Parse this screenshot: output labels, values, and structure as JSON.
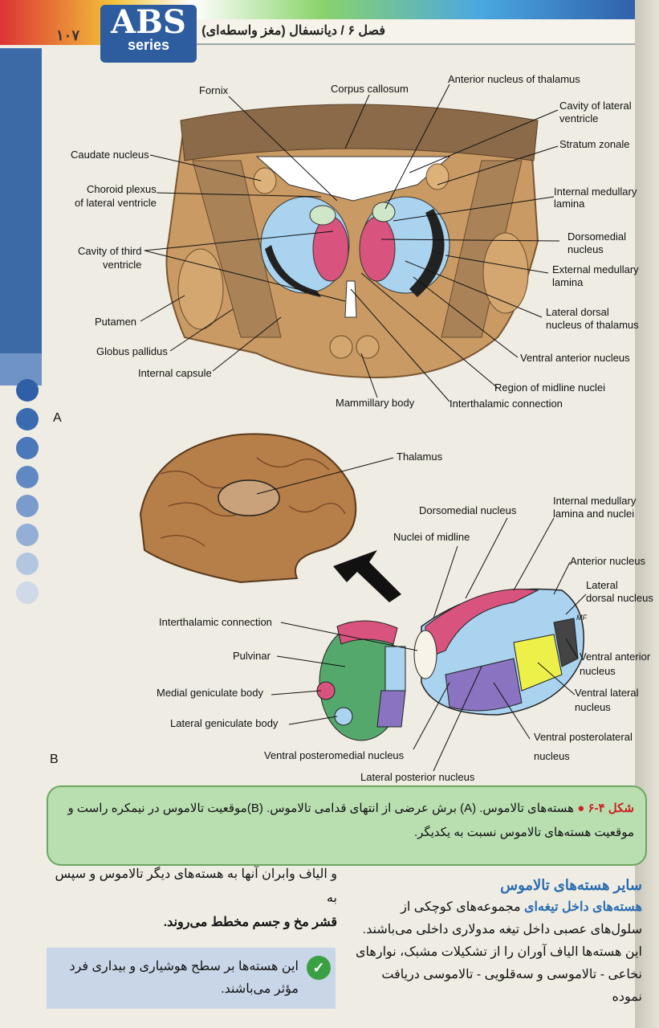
{
  "header": {
    "page_number": "۱۰۷",
    "logo_title": "ABS",
    "logo_sub": "series",
    "chapter": "فصل ۶ / دیانسفال (مغز واسطه‌ای)"
  },
  "figure_a": {
    "panel_label": "A",
    "labels": {
      "fornix": "Fornix",
      "corpus_callosum": "Corpus callosum",
      "anterior_nucleus": "Anterior nucleus of thalamus",
      "cavity_lateral": "Cavity of lateral ventricle",
      "stratum_zonale": "Stratum zonale",
      "caudate": "Caudate nucleus",
      "choroid": "Choroid plexus",
      "choroid2": "of lateral ventricle",
      "internal_medullary": "Internal medullary",
      "lamina1": "lamina",
      "dorsomedial": "Dorsomedial",
      "nucleus1": "nucleus",
      "cavity_third": "Cavity of third",
      "ventricle": "ventricle",
      "external_medullary": "External medullary",
      "lamina2": "lamina",
      "lateral_dorsal": "Lateral dorsal",
      "lateral_dorsal2": "nucleus of thalamus",
      "putamen": "Putamen",
      "globus": "Globus pallidus",
      "ventral_anterior": "Ventral anterior nucleus",
      "internal_capsule": "Internal capsule",
      "midline": "Region of midline nuclei",
      "mammillary": "Mammillary body",
      "interthalamic": "Interthalamic connection"
    }
  },
  "figure_b": {
    "panel_label": "B",
    "labels": {
      "thalamus": "Thalamus",
      "dorsomedial": "Dorsomedial nucleus",
      "internal_medullary": "Internal medullary",
      "lamina_nuclei": "lamina and nuclei",
      "midline": "Nuclei of midline",
      "anterior": "Anterior nucleus",
      "lateral_dorsal": "Lateral",
      "lateral_dorsal2": "dorsal nucleus",
      "interthalamic": "Interthalamic connection",
      "pulvinar": "Pulvinar",
      "ventral_anterior": "Ventral anterior",
      "ventral_anterior2": "nucleus",
      "medial_geniculate": "Medial geniculate body",
      "ventral_lateral": "Ventral lateral",
      "ventral_lateral2": "nucleus",
      "lateral_geniculate": "Lateral geniculate body",
      "ventral_posterolateral": "Ventral posterolateral",
      "ventral_posterolateral2": "nucleus",
      "ventral_posteromedial": "Ventral posteromedial nucleus",
      "lateral_posterior": "Lateral posterior nucleus",
      "mf": "MF"
    }
  },
  "caption": {
    "figure_id": "شکل ۴-۶",
    "text": "هسته‌های تالاموس. (A) برش عرضی از انتهای قدامی تالاموس. (B)موقعیت تالاموس در نیمکره راست و موقعیت هسته‌های تالاموس نسبت به یکدیگر."
  },
  "body_right": {
    "section_title": "سایر هسته‌های تالاموس",
    "subtitle": "هسته‌های داخل تیغه‌ای",
    "line1": "مجموعه‌های کوچکی از",
    "line2": "سلول‌های عصبی داخل تیغه مدولاری داخلی می‌باشند.",
    "line3": "این هسته‌ها الیاف آوران را از تشکیلات مشبک، نوارهای",
    "line4": "نخاعی - تالاموسی و سه‌قلویی - تالاموسی دریافت نموده"
  },
  "body_left": {
    "line1": "و الیاف وابران آنها به هسته‌های دیگر تالاموس و سپس به",
    "line2": "قشر مخ و جسم مخطط می‌روند."
  },
  "note": {
    "text": "این هسته‌ها بر سطح هوشیاری و بیداری فرد مؤثر می‌باشند."
  },
  "colors": {
    "brain_tan": "#c99a64",
    "thalamus_blue": "#a9d3ef",
    "dorsomedial_pink": "#d8547e",
    "pulvinar_green": "#55a86c",
    "ventral_purple": "#8a73c1",
    "yellow": "#eef04a",
    "caption_green": "#b9dfb1",
    "accent_blue": "#2a6cb0"
  }
}
